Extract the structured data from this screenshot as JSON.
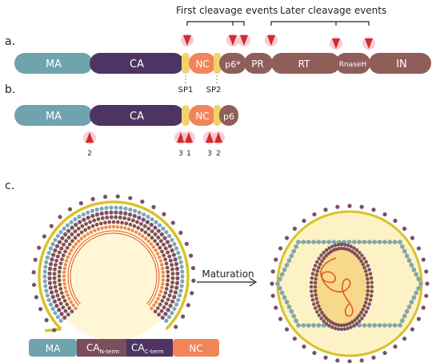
{
  "panel_labels": {
    "a": "a.",
    "b": "b.",
    "c": "c."
  },
  "brackets": {
    "first": "First cleavage events",
    "later": "Later cleavage events"
  },
  "colors": {
    "ma": "#6fa3ae",
    "ca": "#4e3462",
    "ca_nterm": "#7a4e5c",
    "nc": "#f0855a",
    "pol": "#8f5e59",
    "spacer": "#f2d36b",
    "arrow": "#d42a2a",
    "arrow_glow": "#f3b6c8",
    "ring_yellow": "#d9c22a",
    "dot_purple": "#7a4f6b",
    "dot_blue": "#7fa6b3",
    "core_fill": "#fbe7a6",
    "rna": "#e0572e"
  },
  "row_a": {
    "ma": "MA",
    "ca": "CA",
    "nc": "NC",
    "p6": "p6*",
    "pr": "PR",
    "rt": "RT",
    "rnaseh": "RnaseH",
    "in": "IN"
  },
  "row_b": {
    "ma": "MA",
    "ca": "CA",
    "nc": "NC",
    "p6": "p6",
    "sp1": "SP1",
    "sp2": "SP2"
  },
  "row_b_cleavage_numbers": [
    "2",
    "3",
    "1",
    "3",
    "2"
  ],
  "maturation": {
    "label": "Maturation"
  },
  "legend": {
    "ma": "MA",
    "ca_n_main": "CA",
    "ca_n_sub": "N-term",
    "ca_c_main": "CA",
    "ca_c_sub": "C-term",
    "nc": "NC"
  }
}
